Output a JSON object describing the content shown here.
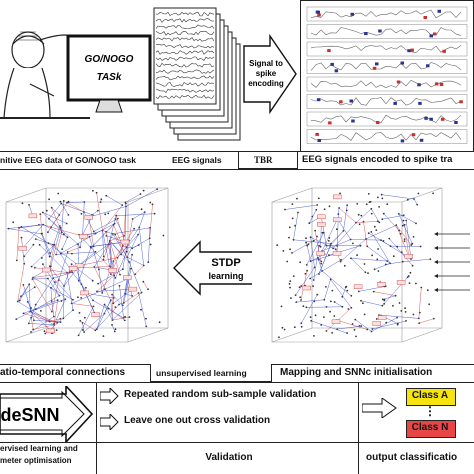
{
  "top_row": {
    "task_screen_line1": "GO/NOGO",
    "task_screen_line2": "TASk",
    "arrow_label_line1": "Signal to",
    "arrow_label_line2": "spike",
    "arrow_label_line3": "encoding",
    "caption_left": "nitive EEG data of GO/NOGO task",
    "caption_mid": "EEG signals",
    "caption_tbr": "TBR",
    "caption_right": "EEG signals encoded to spike tra"
  },
  "middle_row": {
    "stdp_line1": "STDP",
    "stdp_line2": "learning",
    "caption_left": "atio-temporal connections",
    "caption_mid": "unsupervised learning",
    "caption_right": "Mapping and SNNc initialisation"
  },
  "bottom_row": {
    "desnn_label": "deSNN",
    "validation_item1": "Repeated random sub-sample validation",
    "validation_item2": "Leave one out cross validation",
    "class_a": "Class A",
    "class_dots": "⋮",
    "class_n": "Class N",
    "caption_left_line1": "ervised learning and",
    "caption_left_line2": "meter optimisation",
    "caption_mid": "Validation",
    "caption_right": "output classificatio"
  },
  "colors": {
    "class_a_fill": "#f5e40f",
    "class_n_fill": "#e84646",
    "connection_blue": "#2b3fc9",
    "connection_red": "#d2332d",
    "spike_blue": "#2a3590",
    "spike_red": "#c8302a"
  }
}
